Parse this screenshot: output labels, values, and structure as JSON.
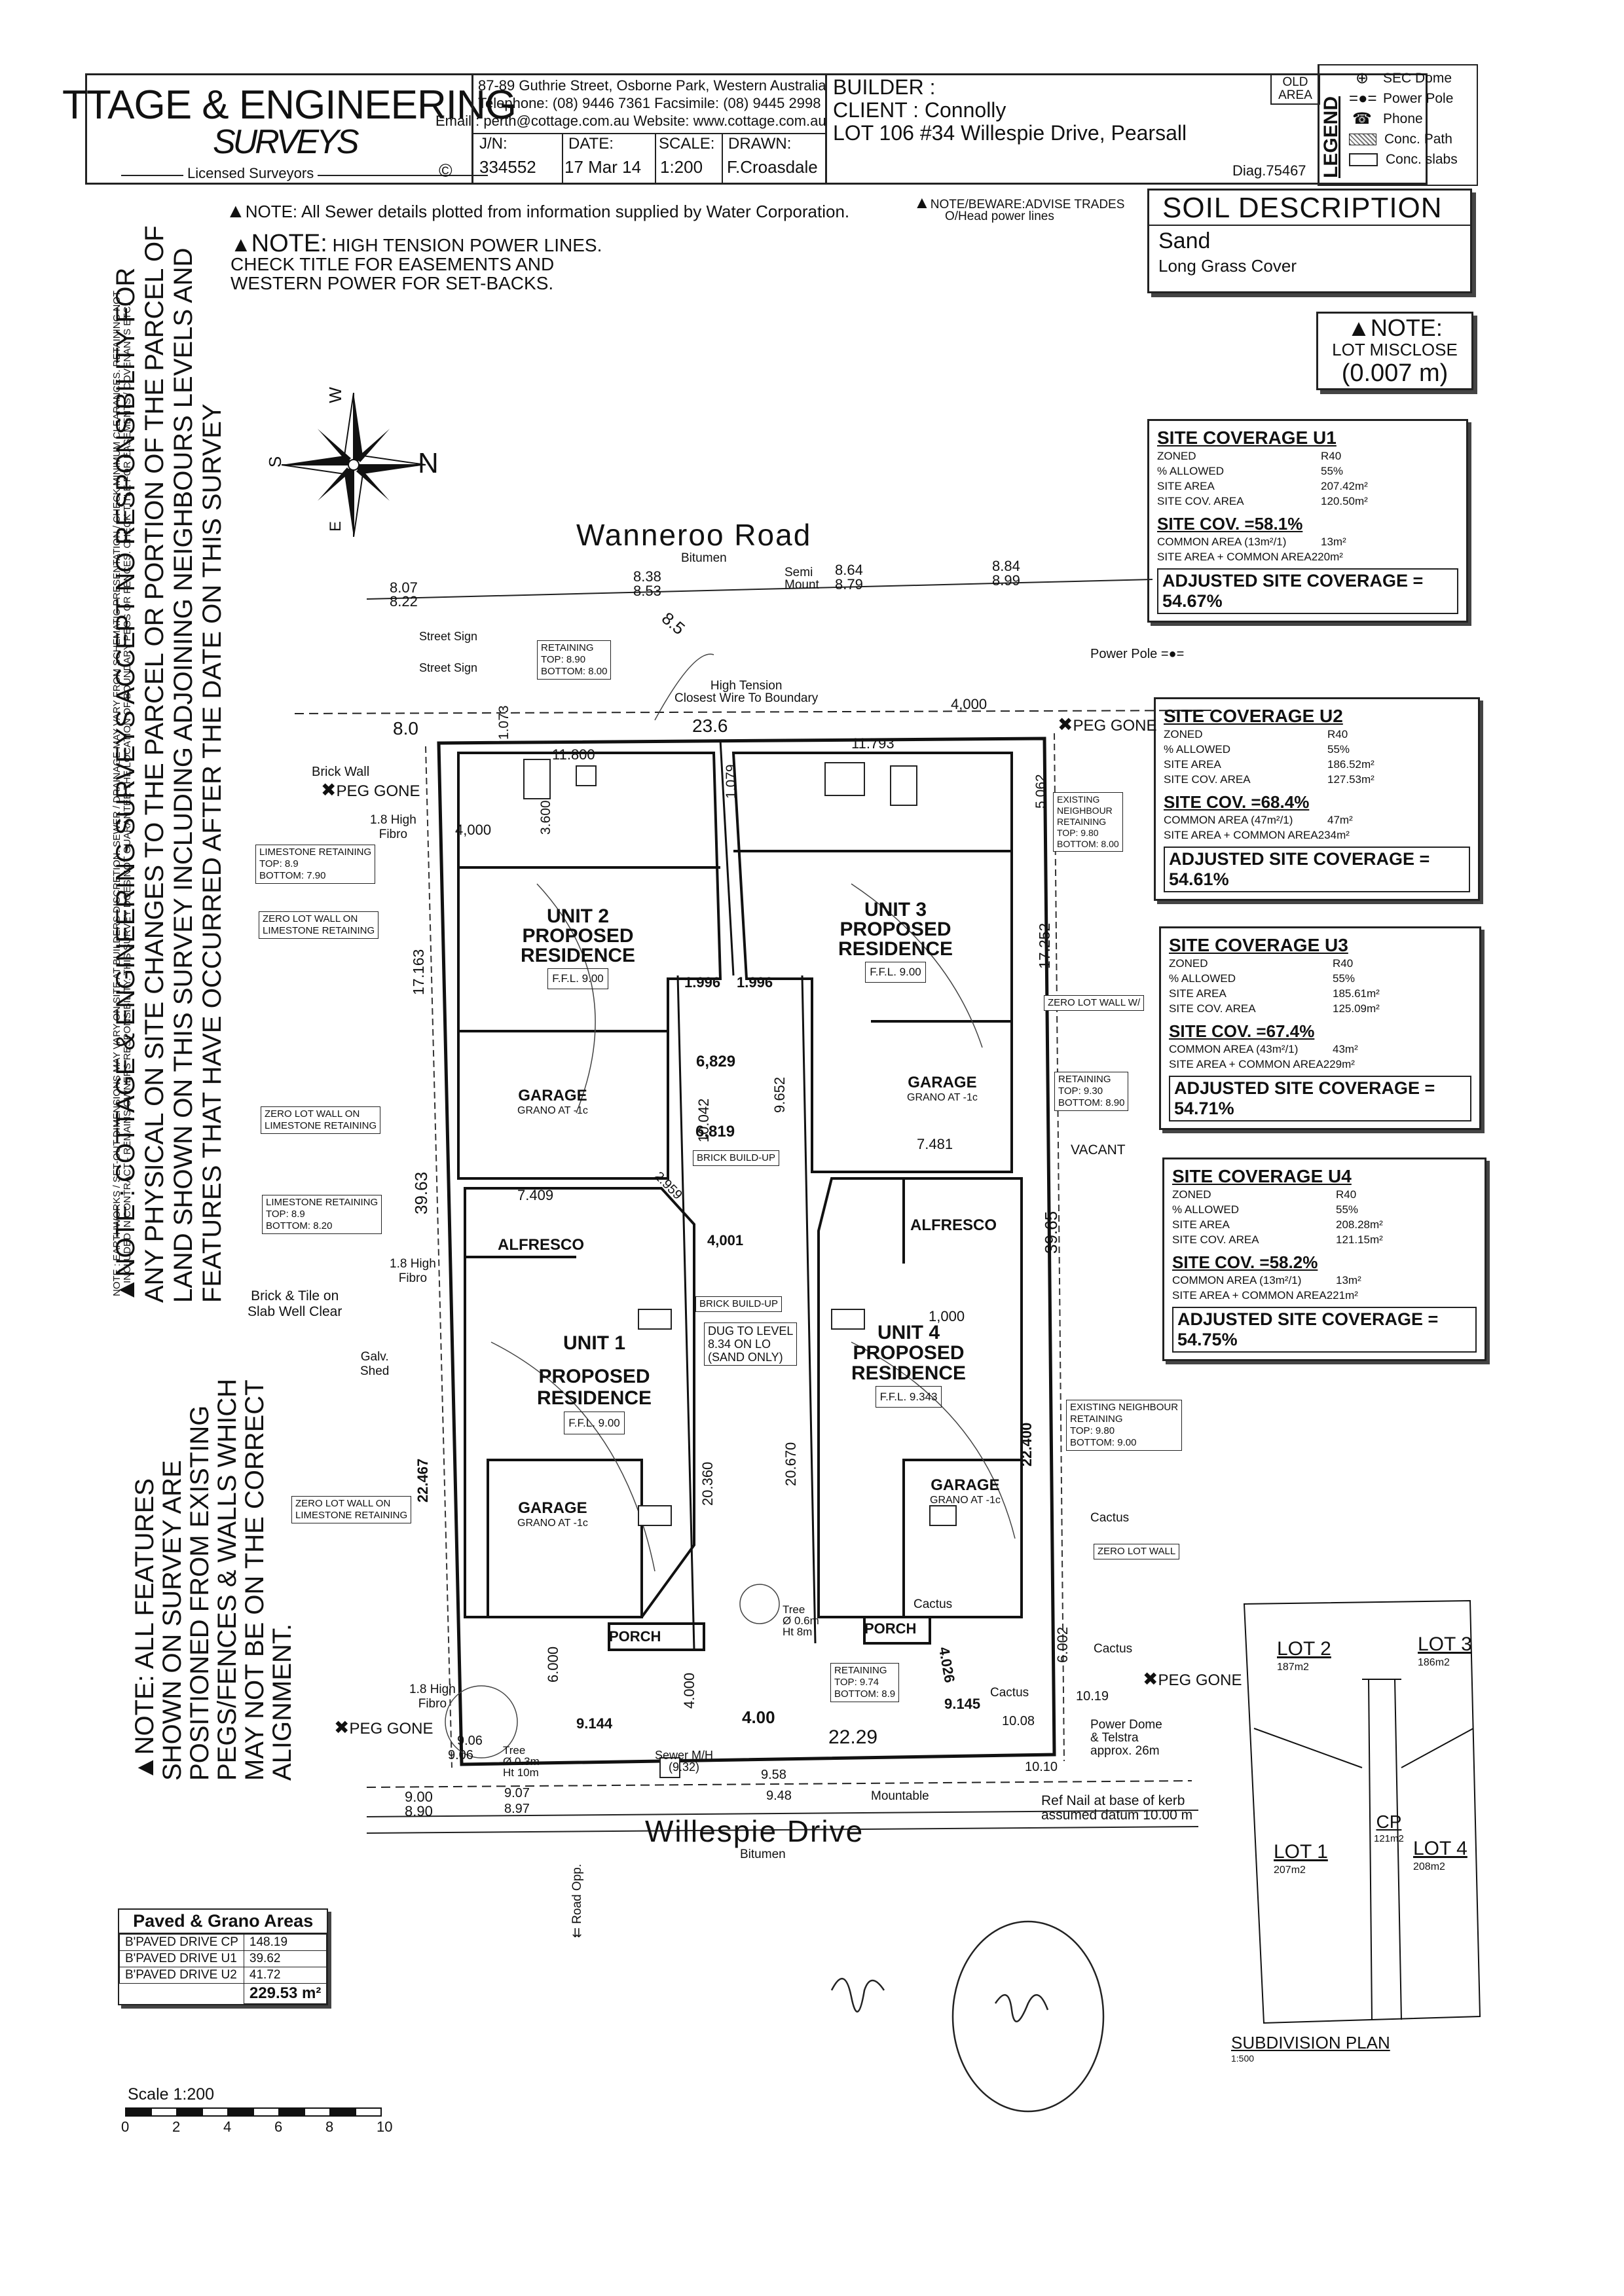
{
  "header": {
    "company_line1": "TTAGE & ENGINEERING",
    "company_line2": "SURVEYS",
    "licensed": "Licensed Surveyors",
    "copyright": "©",
    "address": "87-89 Guthrie Street, Osborne Park, Western Australia",
    "telephone": "Telephone: (08) 9446 7361   Facsimile: (08) 9445 2998",
    "email": "Email : perth@cottage.com.au   Website: www.cottage.com.au",
    "jn_label": "J/N:",
    "jn_value": "334552",
    "date_label": "DATE:",
    "date_value": "17 Mar 14",
    "scale_label": "SCALE:",
    "scale_value": "1:200",
    "drawn_label": "DRAWN:",
    "drawn_value": "F.Croasdale",
    "builder": "BUILDER :",
    "client": "CLIENT : Connolly",
    "lot": "LOT 106   #34 Willespie Drive, Pearsall",
    "old_area": "OLD AREA",
    "diag": "Diag.75467",
    "legend_title": "LEGEND",
    "legend": [
      "SEC Dome",
      "Power Pole",
      "Phone",
      "Conc. Path",
      "Conc. slabs"
    ]
  },
  "notes": {
    "sewer": "NOTE:  All Sewer details plotted from information supplied by Water Corporation.",
    "power_title": "NOTE:",
    "power_body": "HIGH TENSION POWER LINES.",
    "power_line2": "CHECK TITLE FOR EASEMENTS AND",
    "power_line3": "WESTERN POWER FOR SET-BACKS.",
    "beware": "NOTE/BEWARE:ADVISE TRADES",
    "beware2": "O/Head power lines",
    "left_vertical": "NOTE : COTTAGE & ENGINEERING SURVEYS ACCEPT NO RESPONSIBILITY FOR ANY PHYSICAL ON SITE CHANGES TO THE PARCEL OR PORTION OF THE PARCEL OF LAND SHOWN ON THIS SURVEY INCLUDING ADJOINING NEIGHBOURS LEVELS AND FEATURES THAT HAVE OCCURRED AFTER THE DATE ON THIS SURVEY",
    "left_small1": "NOTE : EARTHWORKS / SET-OUT DIMENSIONS MAY VARY ON SITE AT BUILDERS DISCRETION. SEWER / DRAINAGE MAY VARY FROM SCHEMATIC PRESENTATION / CHECK MINIMUM CLEARANCES. RETAINING NOT",
    "left_small2": "INCLUDED IN CONTRACT - REMAINS OWNERS RESPONSIBILITY. THIS SURVEY DOES NOT GUARANTEE THE LOCATION OF BOUNDARY PEGS OR FENCES. CHECK TITLE FOR EASEMENTS / COVENANTS ETC.",
    "bottom_vertical_title": "NOTE:",
    "bottom_vertical": "ALL FEATURES SHOWN ON SURVEY ARE POSITIONED FROM EXISTING PEGS/FENCES & WALLS WHICH MAY NOT BE ON THE CORRECT ALIGNMENT."
  },
  "soil": {
    "title": "SOIL DESCRIPTION",
    "line1": "Sand",
    "line2": "Long Grass Cover"
  },
  "misclose": {
    "title": "NOTE:",
    "label": "LOT MISCLOSE",
    "value": "(0.007 m)"
  },
  "coverage": [
    {
      "title": "SITE COVERAGE U1",
      "zoned": "R40",
      "allowed": "55%",
      "site_area": "207.42m²",
      "cov_area": "120.50m²",
      "cov": "SITE COV. =58.1%",
      "common": "COMMON AREA (13m²/1)",
      "common_val": "13m²",
      "site_common": "SITE AREA + COMMON AREA220m²",
      "adjusted": "ADJUSTED SITE COVERAGE = 54.67%"
    },
    {
      "title": "SITE COVERAGE U2",
      "zoned": "R40",
      "allowed": "55%",
      "site_area": "186.52m²",
      "cov_area": "127.53m²",
      "cov": "SITE COV. =68.4%",
      "common": "COMMON AREA (47m²/1)",
      "common_val": "47m²",
      "site_common": "SITE AREA + COMMON AREA234m²",
      "adjusted": "ADJUSTED SITE COVERAGE = 54.61%"
    },
    {
      "title": "SITE COVERAGE U3",
      "zoned": "R40",
      "allowed": "55%",
      "site_area": "185.61m²",
      "cov_area": "125.09m²",
      "cov": "SITE COV. =67.4%",
      "common": "COMMON AREA (43m²/1)",
      "common_val": "43m²",
      "site_common": "SITE AREA + COMMON AREA229m²",
      "adjusted": "ADJUSTED SITE COVERAGE = 54.71%"
    },
    {
      "title": "SITE COVERAGE U4",
      "zoned": "R40",
      "allowed": "55%",
      "site_area": "208.28m²",
      "cov_area": "121.15m²",
      "cov": "SITE COV. =58.2%",
      "common": "COMMON AREA (13m²/1)",
      "common_val": "13m²",
      "site_common": "SITE AREA + COMMON AREA221m²",
      "adjusted": "ADJUSTED SITE COVERAGE = 54.75%"
    }
  ],
  "coverage_labels": {
    "zoned": "ZONED",
    "allowed": "% ALLOWED",
    "site_area": "SITE AREA",
    "cov_area": "SITE COV. AREA"
  },
  "roads": {
    "top": "Wanneroo Road",
    "top_surface": "Bitumen",
    "bottom": "Willespie Drive",
    "bottom_surface": "Bitumen"
  },
  "units": {
    "u1": [
      "UNIT 1",
      "PROPOSED",
      "RESIDENCE"
    ],
    "u1_ffl": "F.F.L. 9.00",
    "u2": [
      "UNIT 2",
      "PROPOSED",
      "RESIDENCE"
    ],
    "u2_ffl": "F.F.L. 9.00",
    "u3": [
      "UNIT 3",
      "PROPOSED",
      "RESIDENCE"
    ],
    "u3_ffl": "F.F.L. 9.00",
    "u4": [
      "UNIT 4",
      "PROPOSED",
      "RESIDENCE"
    ],
    "u4_ffl": "F.F.L. 9.343",
    "garage": "GARAGE",
    "grano": "GRANO AT -1c",
    "alfresco": "ALFRESCO",
    "porch": "PORCH"
  },
  "callouts": {
    "retaining_top": [
      "RETAINING",
      "TOP: 8.90",
      "BOTTOM: 8.00"
    ],
    "limestone_top": [
      "LIMESTONE RETAINING",
      "TOP: 8.9",
      "BOTTOM: 7.90"
    ],
    "zero_lot1": [
      "ZERO LOT WALL ON",
      "LIMESTONE RETAINING"
    ],
    "zero_lot2": [
      "ZERO LOT WALL ON",
      "LIMESTONE RETAINING"
    ],
    "limestone_mid": [
      "LIMESTONE RETAINING",
      "TOP: 8.9",
      "BOTTOM: 8.20"
    ],
    "zero_lot3": [
      "ZERO LOT WALL ON",
      "LIMESTONE RETAINING"
    ],
    "existing_neigh1": [
      "EXISTING",
      "NEIGHBOUR",
      "RETAINING",
      "TOP: 9.80",
      "BOTTOM: 8.00"
    ],
    "zero_lot_w": "ZERO LOT WALL W/",
    "retaining_right": [
      "RETAINING",
      "TOP: 9.30",
      "BOTTOM: 8.90"
    ],
    "existing_neigh2": [
      "EXISTING NEIGHBOUR",
      "RETAINING",
      "TOP: 9.80",
      "BOTTOM: 9.00"
    ],
    "zero_lot_wall": "ZERO LOT WALL",
    "retaining_bottom": [
      "RETAINING",
      "TOP: 9.74",
      "BOTTOM: 8.9"
    ],
    "brick_buildup1": "BRICK BUILD-UP",
    "brick_buildup2": "BRICK BUILD-UP",
    "dug": [
      "DUG TO LEVEL",
      "8.34 ON LO",
      "(SAND ONLY)"
    ]
  },
  "labels": {
    "street_sign1": "Street Sign",
    "street_sign2": "Street Sign",
    "power_pole": "Power Pole",
    "brick_wall": "Brick Wall",
    "peg_gone": "PEG GONE",
    "high_fibro": [
      "1.8 High",
      "Fibro"
    ],
    "brick_tile": [
      "Brick & Tile on",
      "Slab Well Clear"
    ],
    "galv_shed": [
      "Galv.",
      "Shed"
    ],
    "high_tension": [
      "High Tension",
      "Closest Wire To Boundary"
    ],
    "semi_mount": [
      "Semi",
      "Mount"
    ],
    "vacant": "VACANT",
    "cactus": "Cactus",
    "tree1": [
      "Tree",
      "Ø 0.3m",
      "Ht 10m"
    ],
    "tree2": [
      "Tree",
      "Ø 0.6m",
      "Ht 8m"
    ],
    "sewer": [
      "Sewer M/H",
      "(9.32)"
    ],
    "power_dome": [
      "Power Dome",
      "& Telstra",
      "approx. 26m"
    ],
    "mountable": "Mountable",
    "ref_nail": [
      "Ref Nail at base of kerb",
      "assumed datum 10.00 m"
    ],
    "road_opp": "Road Opp."
  },
  "dims": {
    "d807": "8.07",
    "d822": "8.22",
    "d838": "8.38",
    "d853": "8.53",
    "d864": "8.64",
    "d879": "8.79",
    "d884": "8.84",
    "d899": "8.99",
    "d85a": "8.5",
    "d80": "8.0",
    "d236": "23.6",
    "d4000a": "4,000",
    "d11800": "11.800",
    "d11793": "11.793",
    "d1073": "1.073",
    "d3600": "3.600",
    "d4000b": "4,000",
    "d1079": "1.079",
    "d5062": "5.062",
    "d17163": "17.163",
    "d17252": "17.252",
    "d1996a": "1.996",
    "d1996b": "1.996",
    "d6829": "6,829",
    "d10042": "10.042",
    "d9652": "9.652",
    "d6819": "6,819",
    "d7481": "7.481",
    "d3963": "39.63",
    "d3965": "39.65",
    "d7409": "7.409",
    "d2959": "2.959",
    "d4001": "4,001",
    "d1000": "1,000",
    "d22467": "22.467",
    "d20360": "20.360",
    "d20670": "20.670",
    "d22400": "22.400",
    "d6000a": "6.000",
    "d4000c": "4.000",
    "d6002": "6.002",
    "d9144": "9.144",
    "d9145": "9.145",
    "d400": "4.00",
    "d2229": "22.29",
    "d906": "9.06",
    "d900": "9.00",
    "d890": "8.90",
    "d897": "8.97",
    "d958": "9.58",
    "d948": "9.48",
    "d1010": "10.10",
    "d1019": "10.19",
    "d1008": "10.08",
    "d4026": "4.026",
    "d900b": "9.06",
    "d907": "9.07"
  },
  "paved": {
    "title": "Paved & Grano Areas",
    "rows": [
      [
        "B'PAVED DRIVE CP",
        "148.19"
      ],
      [
        "B'PAVED DRIVE U1",
        "39.62"
      ],
      [
        "B'PAVED DRIVE U2",
        "41.72"
      ]
    ],
    "total": "229.53 m²"
  },
  "scale_bar": {
    "label": "Scale  1:200",
    "ticks": [
      "0",
      "2",
      "4",
      "6",
      "8",
      "10"
    ]
  },
  "subdivision": {
    "title": "SUBDIVISION PLAN",
    "scale": "1:500",
    "lot2": "LOT 2",
    "lot2_area": "187m2",
    "lot3": "LOT 3",
    "lot3_area": "186m2",
    "lot1": "LOT 1",
    "lot1_area": "207m2",
    "lot4": "LOT 4",
    "lot4_area": "208m2",
    "cp": "CP",
    "cp_area": "121m2"
  },
  "compass": {
    "w": "W",
    "n": "N",
    "s": "S",
    "e": "E"
  }
}
